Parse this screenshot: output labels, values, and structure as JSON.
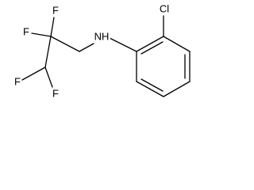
{
  "molecule": {
    "atoms": {
      "cl": "Cl",
      "nh": "NH",
      "f_top_left": "F",
      "f_top_right": "F",
      "f_bottom_left": "F",
      "f_bottom_right": "F"
    }
  }
}
